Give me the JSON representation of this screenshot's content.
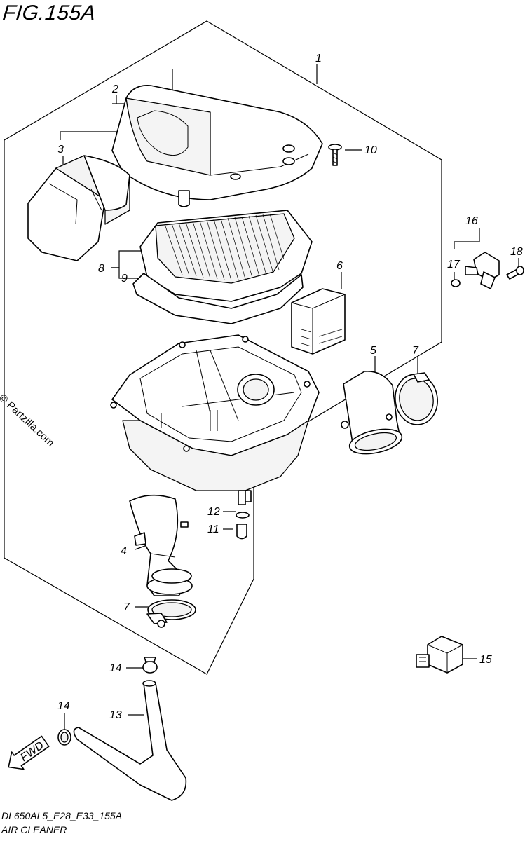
{
  "header": {
    "figure_title": "FIG.155A"
  },
  "footer": {
    "diagram_code": "DL650AL5_E28_E33_155A",
    "diagram_name": "AIR CLEANER"
  },
  "watermark": {
    "text": "© Partzilla.com"
  },
  "fwd_arrow": {
    "label": "FWD"
  },
  "callouts": {
    "c1": "1",
    "c2": "2",
    "c3": "3",
    "c4": "4",
    "c5": "5",
    "c6": "6",
    "c7a": "7",
    "c7b": "7",
    "c8": "8",
    "c9": "9",
    "c10": "10",
    "c11": "11",
    "c12": "12",
    "c13": "13",
    "c14a": "14",
    "c14b": "14",
    "c15": "15",
    "c16": "16",
    "c17": "17",
    "c18": "18"
  }
}
